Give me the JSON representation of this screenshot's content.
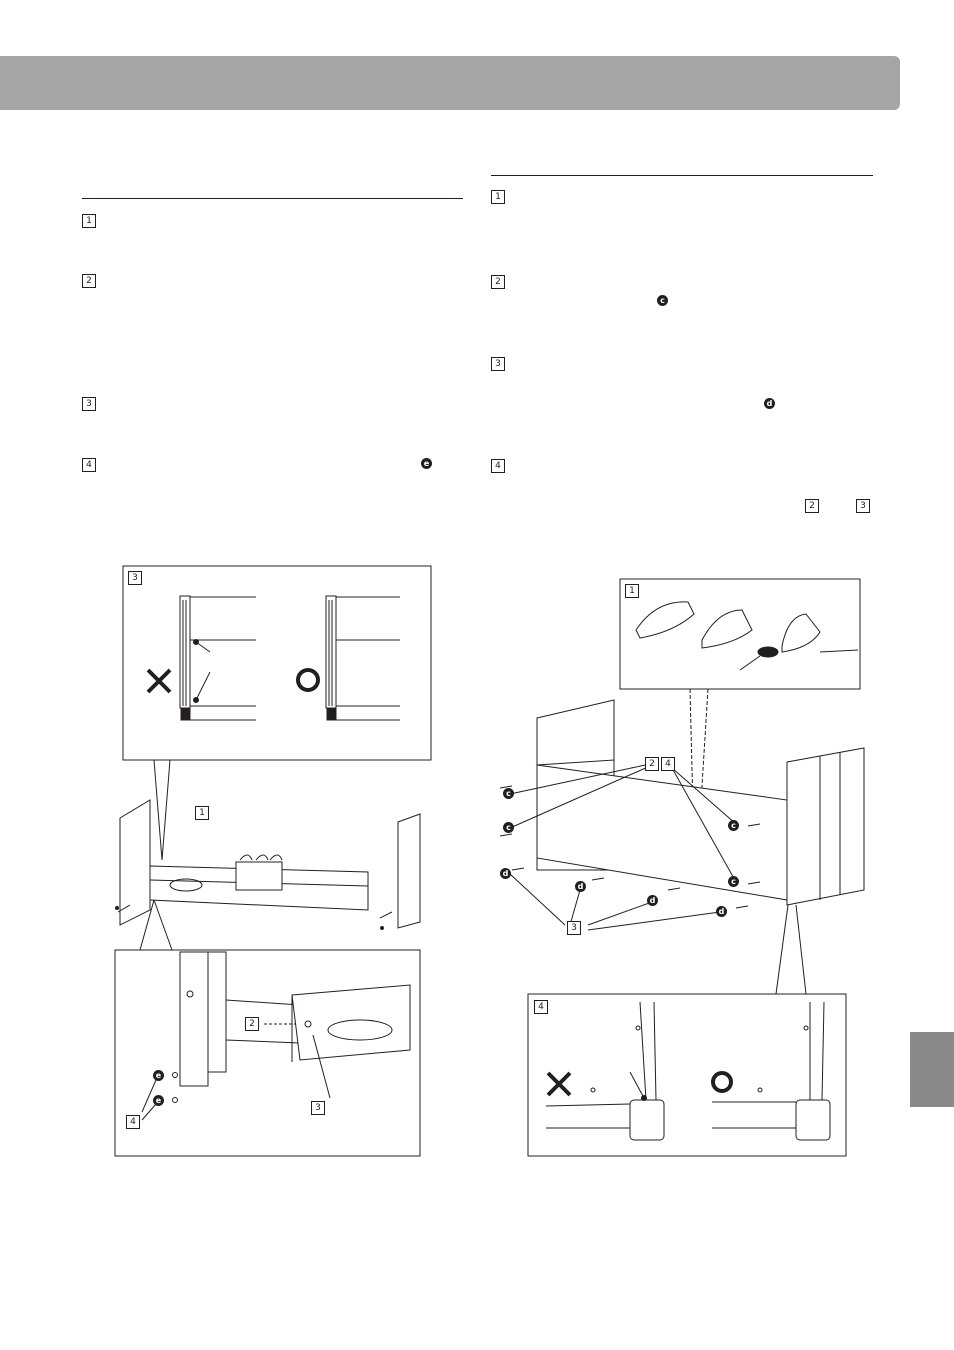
{
  "left_column": {
    "steps": [
      "1",
      "2",
      "3",
      "4"
    ],
    "inline_marker": "e"
  },
  "right_column": {
    "steps": [
      "1",
      "2",
      "3",
      "4"
    ],
    "step2_marker": "c",
    "step3_marker": "d",
    "step4_refs": [
      "2",
      "3"
    ]
  },
  "fig_left": {
    "callout_step": "3",
    "main_step": "1",
    "zoom_steps": [
      "2",
      "3",
      "4"
    ],
    "screw_labels": [
      "e",
      "e"
    ]
  },
  "fig_right": {
    "callout_step": "1",
    "steps": [
      "2",
      "4",
      "3",
      "4"
    ],
    "screw_c": [
      "c",
      "c",
      "c",
      "c"
    ],
    "screw_d": [
      "d",
      "d",
      "d",
      "d"
    ]
  }
}
